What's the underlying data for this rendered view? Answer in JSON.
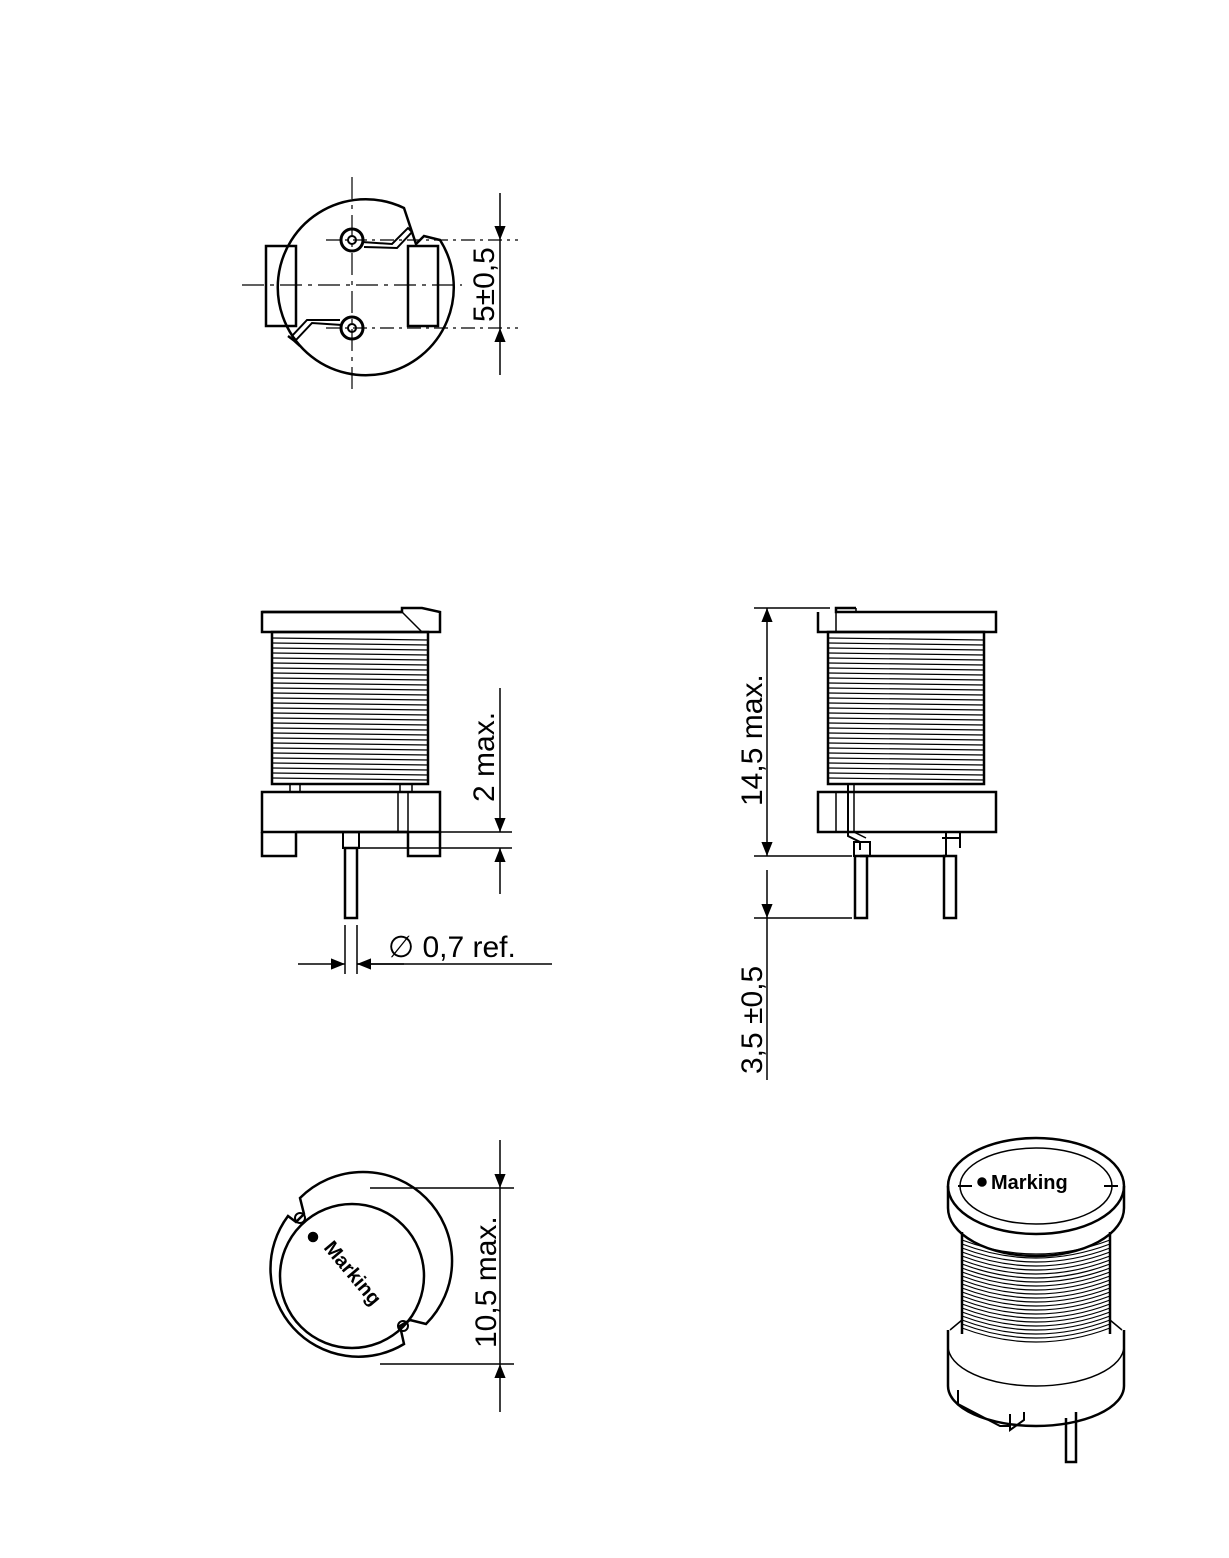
{
  "dimensions": {
    "pin_pitch": "5±0,5",
    "standoff": "2 max.",
    "pin_diameter": "∅  0,7  ref.",
    "height": "14,5  max.",
    "pin_length": "3,5  ±0,5",
    "diameter": "10,5  max."
  },
  "marking": {
    "top_label": "Marking",
    "iso_label": "Marking"
  },
  "colors": {
    "line": "#000000",
    "paper": "#ffffff"
  }
}
